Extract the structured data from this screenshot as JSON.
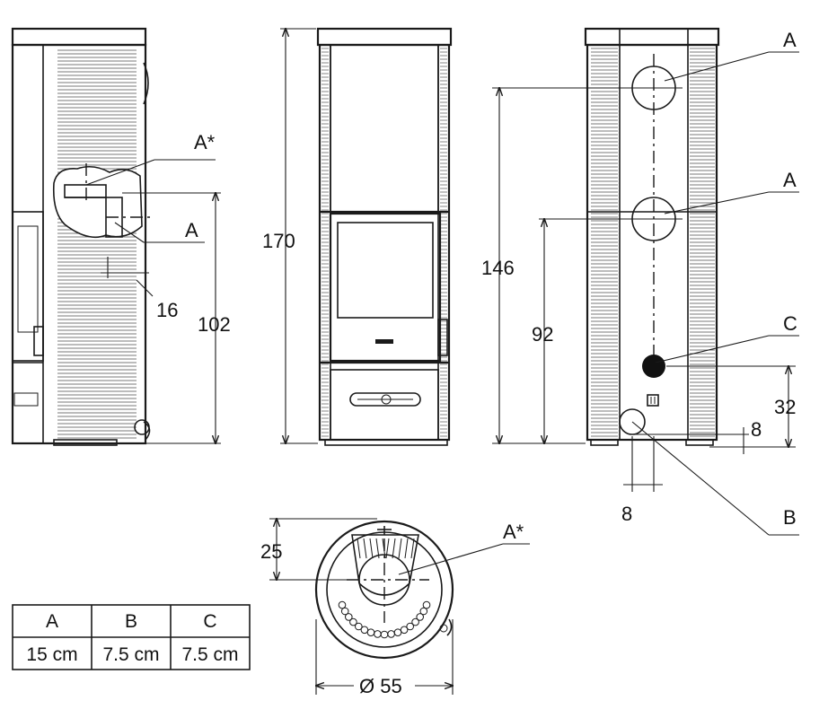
{
  "diagram": {
    "dimensions": {
      "side_top_outlet_height": "102",
      "side_outlet_depth": "16",
      "front_total_height": "170",
      "rear_upper_outlet_height": "146",
      "rear_lower_outlet_height": "92",
      "rear_c_height": "32",
      "rear_b_height": "8",
      "rear_b_offset": "8",
      "top_offset": "25",
      "diameter": "Ø 55"
    },
    "callouts": {
      "a_star_side": "A*",
      "a_side": "A",
      "a_rear_upper": "A",
      "a_rear_lower": "A",
      "c_rear": "C",
      "b_rear": "B",
      "a_star_top": "A*"
    },
    "legend_table": {
      "headers": [
        "A",
        "B",
        "C"
      ],
      "values": [
        "15 cm",
        "7.5 cm",
        "7.5 cm"
      ]
    }
  }
}
